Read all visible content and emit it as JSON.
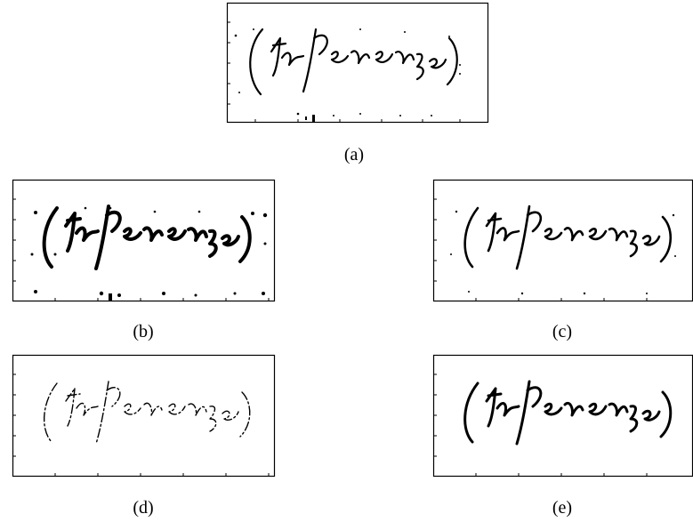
{
  "figure": {
    "panels": [
      {
        "id": "a",
        "caption": "(a)",
        "text": "(tre henenz e)",
        "variant": "noisy"
      },
      {
        "id": "b",
        "caption": "(b)",
        "text": "(tre henenz e)",
        "variant": "bold-noisy"
      },
      {
        "id": "c",
        "caption": "(c)",
        "text": "(tre henenz e)",
        "variant": "clean"
      },
      {
        "id": "d",
        "caption": "(d)",
        "text": "(tre henenz e)",
        "variant": "thin"
      },
      {
        "id": "e",
        "caption": "(e)",
        "text": "(tre henenz e)",
        "variant": "clean-bold"
      }
    ]
  }
}
